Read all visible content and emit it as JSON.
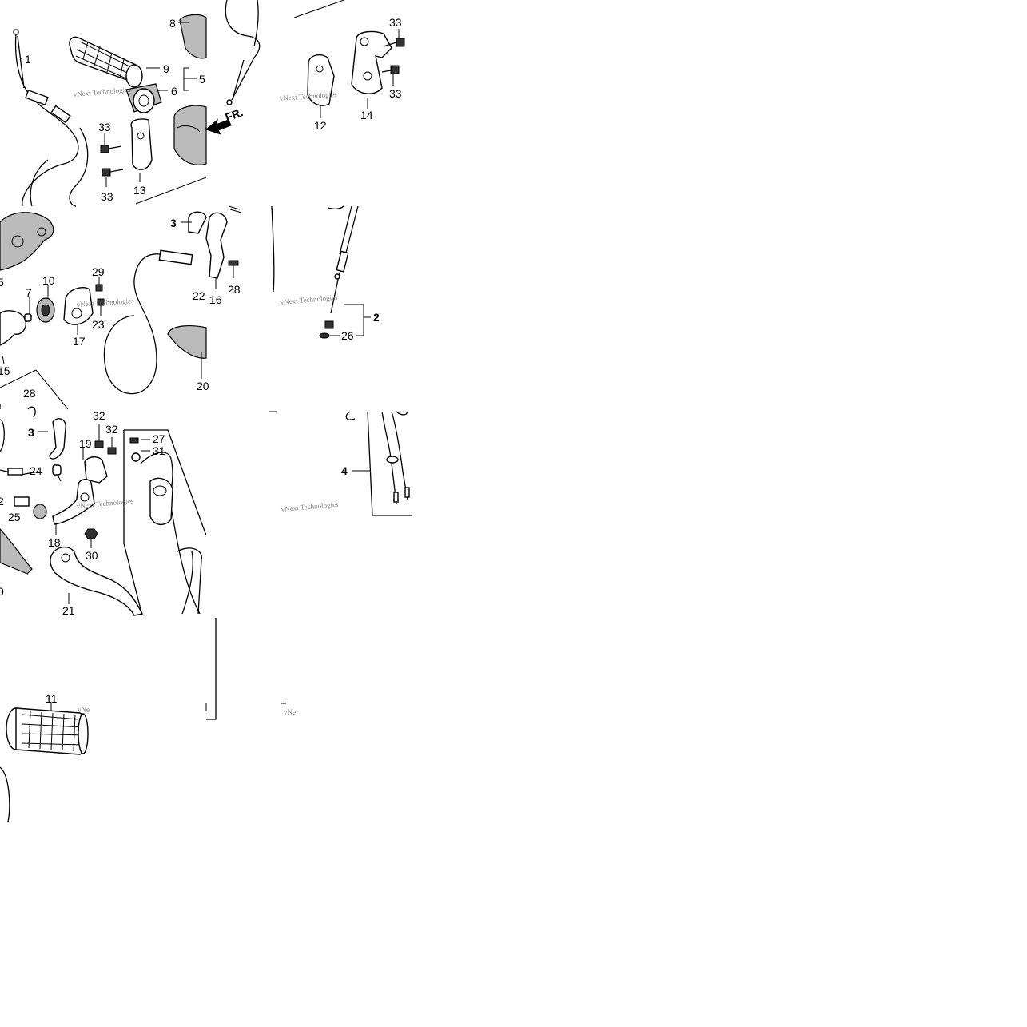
{
  "diagram": {
    "callouts": {
      "c1": "1",
      "c2": "2",
      "c3a": "3",
      "c3b": "3",
      "c4": "4",
      "c5": "5",
      "c5b": "5",
      "c6": "6",
      "c7": "7",
      "c8": "8",
      "c9": "9",
      "c10": "10",
      "c11": "11",
      "c12": "12",
      "c13": "13",
      "c14": "14",
      "c15": "15",
      "c16": "16",
      "c17": "17",
      "c18": "18",
      "c19": "19",
      "c20a": "20",
      "c20b": "0",
      "c21": "21",
      "c22a": "22",
      "c22b": "2",
      "c23": "23",
      "c24": "24",
      "c25": "25",
      "c26": "26",
      "c27": "27",
      "c28a": "28",
      "c28b": "28",
      "c29": "29",
      "c30": "30",
      "c31": "31",
      "c32a": "32",
      "c32b": "32",
      "c33a": "33",
      "c33b": "33",
      "c33c": "33",
      "c33d": "33"
    },
    "direction_label": "FR.",
    "watermark_line1": "vNext Technologies",
    "watermark_fragment": "vNe"
  },
  "colors": {
    "line": "#000000",
    "shade": "#bbbbbb",
    "background": "#ffffff"
  }
}
